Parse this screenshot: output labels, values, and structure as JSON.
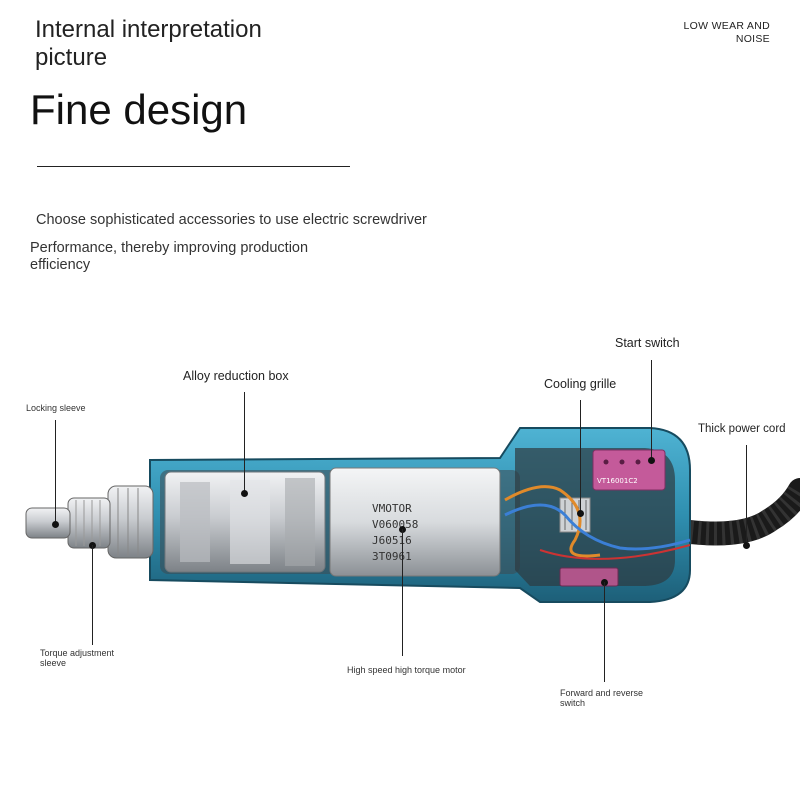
{
  "header": {
    "subtitle": "Internal interpretation picture",
    "title": "Fine design",
    "badge": "LOW WEAR AND NOISE"
  },
  "description": {
    "line1": "Choose sophisticated accessories to use electric screwdriver",
    "line2": "Performance, thereby improving production efficiency"
  },
  "motor_print": {
    "line1": "VMOTOR",
    "line2": "V060058",
    "line3": "J60516",
    "line4": "3T0961"
  },
  "switch_print": {
    "model": "VT16001C2"
  },
  "callouts": {
    "locking_sleeve": "Locking sleeve",
    "alloy_reduction_box": "Alloy reduction box",
    "cooling_grille": "Cooling grille",
    "start_switch": "Start switch",
    "thick_power_cord": "Thick power cord",
    "torque_adjustment_sleeve": "Torque adjustment sleeve",
    "high_speed_motor": "High speed high torque motor",
    "forward_reverse_switch": "Forward and reverse switch"
  },
  "colors": {
    "housing": "#2f8fb0",
    "housing_dark": "#1d5f78",
    "metal": "#c9ccd0",
    "switch_pink": "#c45a9a",
    "cord": "#1a1a1a"
  }
}
